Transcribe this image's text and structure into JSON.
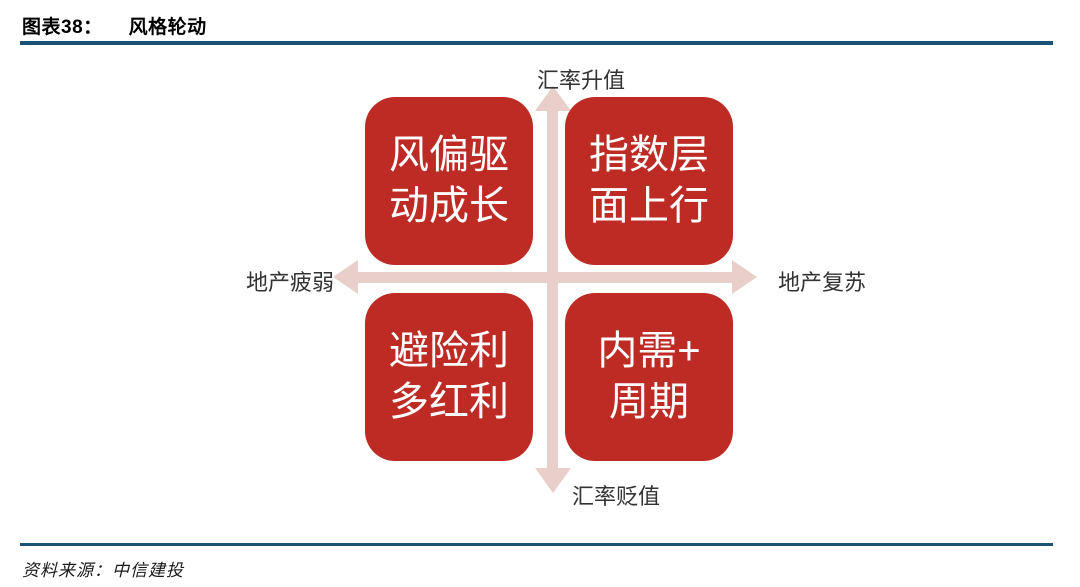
{
  "theme": {
    "box_red": "#be2b24",
    "arrow_pink": "#e8cfca",
    "rule_blue": "#1a5276",
    "axis_text": "#333333"
  },
  "header": {
    "figure_label": "图表38：",
    "figure_title": "风格轮动"
  },
  "diagram": {
    "axis": {
      "top": "汇率升值",
      "bottom": "汇率贬值",
      "left": "地产疲弱",
      "right": "地产复苏"
    },
    "quadrants": {
      "top_left": {
        "line1": "风偏驱",
        "line2": "动成长"
      },
      "top_right": {
        "line1": "指数层",
        "line2": "面上行"
      },
      "bottom_left": {
        "line1": "避险利",
        "line2": "多红利"
      },
      "bottom_right": {
        "line1": "内需+",
        "line2": "周期"
      }
    }
  },
  "footer": {
    "source": "资料来源：中信建投"
  }
}
